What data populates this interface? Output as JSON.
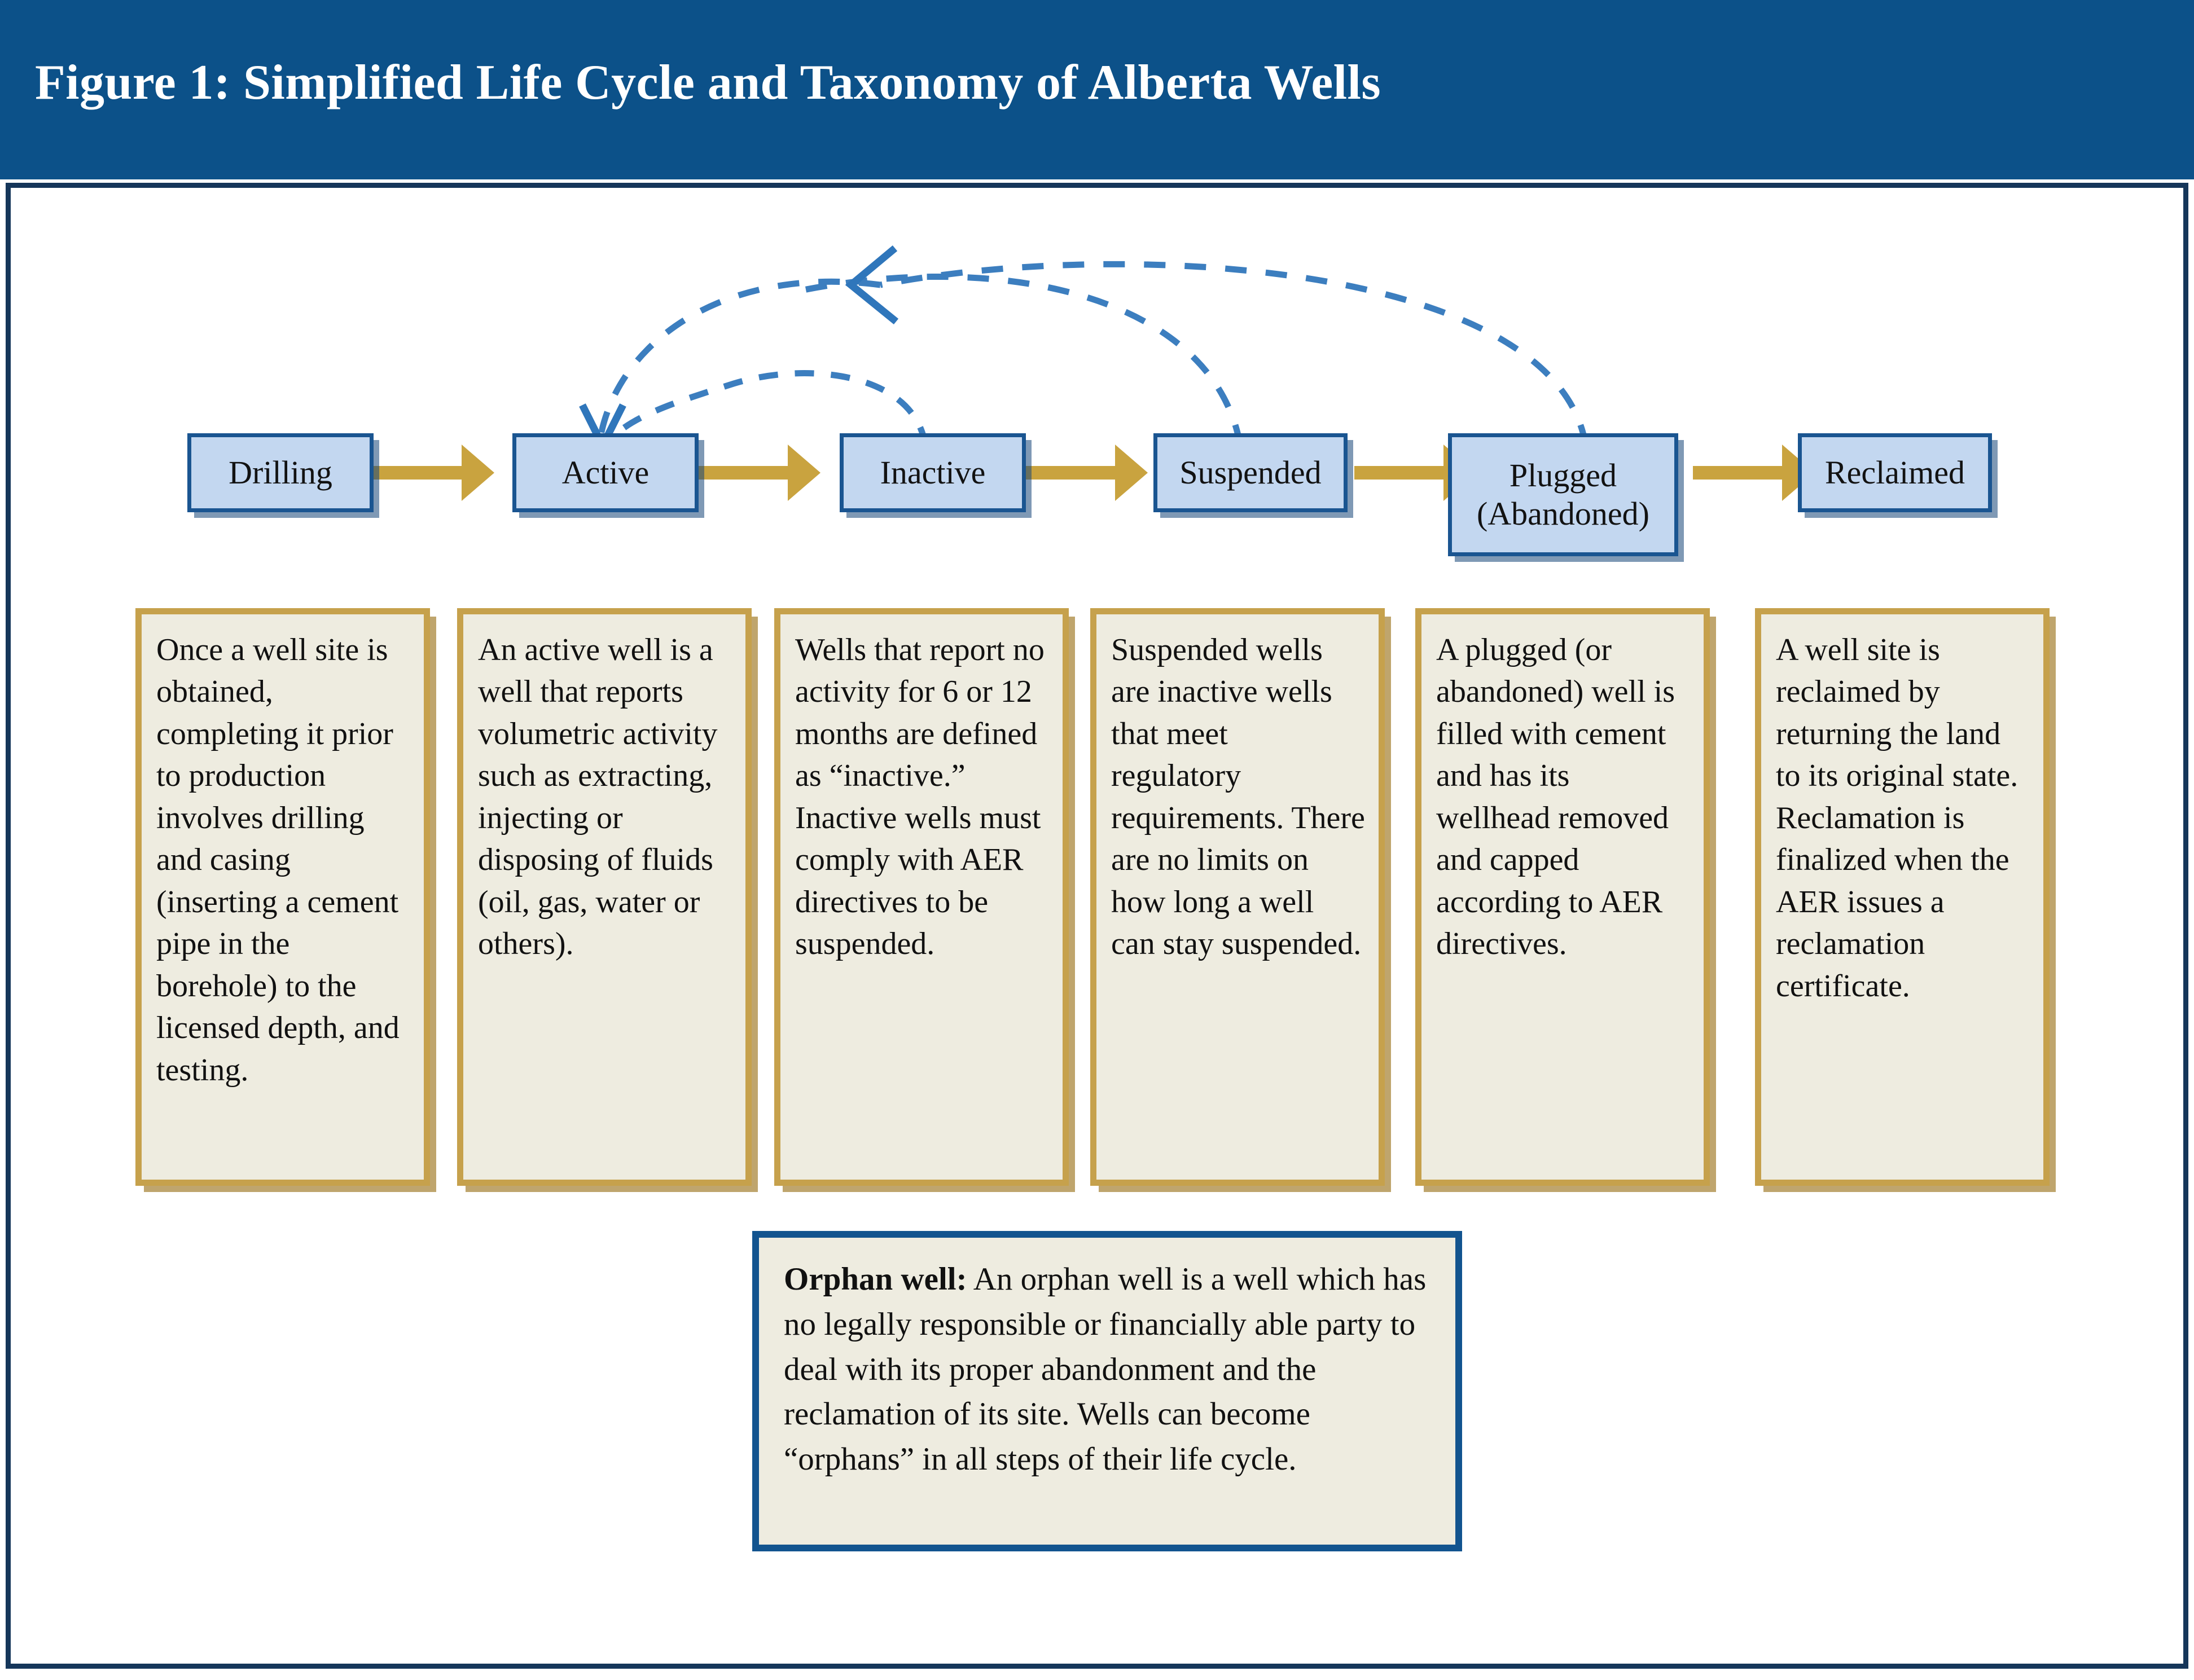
{
  "figure": {
    "title": "Figure 1: Simplified Life Cycle and Taxonomy of Alberta Wells",
    "accent_blue": "#0c5189",
    "frame_navy": "#15365a",
    "stage_fill": "#c3d7f0",
    "stage_border": "#1a5591",
    "arrow_gold": "#c9a33f",
    "desc_fill": "#eeece0",
    "desc_border": "#c6a14c",
    "curve_blue": "#3c7ebf"
  },
  "stages": [
    {
      "id": "drilling",
      "label": "Drilling"
    },
    {
      "id": "active",
      "label": "Active"
    },
    {
      "id": "inactive",
      "label": "Inactive"
    },
    {
      "id": "suspended",
      "label": "Suspended"
    },
    {
      "id": "plugged",
      "label": "Plugged\n(Abandoned)"
    },
    {
      "id": "reclaimed",
      "label": "Reclaimed"
    }
  ],
  "stage_labels": {
    "drilling": "Drilling",
    "active": "Active",
    "inactive": "Inactive",
    "suspended": "Suspended",
    "plugged_line1": "Plugged",
    "plugged_line2": "(Abandoned)",
    "reclaimed": "Reclaimed"
  },
  "descriptions": [
    {
      "for_stage": "drilling",
      "text": "Once a well site is obtained, completing it prior to production involves drilling and casing (inserting a cement pipe in the borehole) to the licensed depth, and testing."
    },
    {
      "for_stage": "active",
      "text": "An active well is a well that reports volumetric activity such as extracting, injecting or disposing of fluids (oil, gas, water or others)."
    },
    {
      "for_stage": "inactive",
      "text": "Wells that report no activity for 6 or 12 months are defined as “inactive.” Inactive wells must comply with AER directives to be suspended."
    },
    {
      "for_stage": "suspended",
      "text": "Suspended wells are inactive wells that meet regulatory requirements. There are no limits on how long a well can stay suspended."
    },
    {
      "for_stage": "plugged",
      "text": "A plugged (or abandoned) well is filled with cement and has its wellhead removed and capped according to AER directives."
    },
    {
      "for_stage": "reclaimed",
      "text": "A well site is reclaimed  by returning the land to its original state. Reclamation is finalized when the AER issues a reclamation certificate."
    }
  ],
  "orphan_note": {
    "term": "Orphan well:",
    "text": " An orphan well is a well which has no legally responsible or financially able party to deal with its proper abandonment and the reclamation of its site. Wells can become “orphans” in all steps of their life cycle."
  },
  "return_flows": [
    {
      "from": "inactive",
      "to": "active",
      "style": "dashed"
    },
    {
      "from": "suspended",
      "to": "active",
      "style": "dashed"
    },
    {
      "from": "plugged",
      "to": "active",
      "style": "dashed"
    }
  ]
}
